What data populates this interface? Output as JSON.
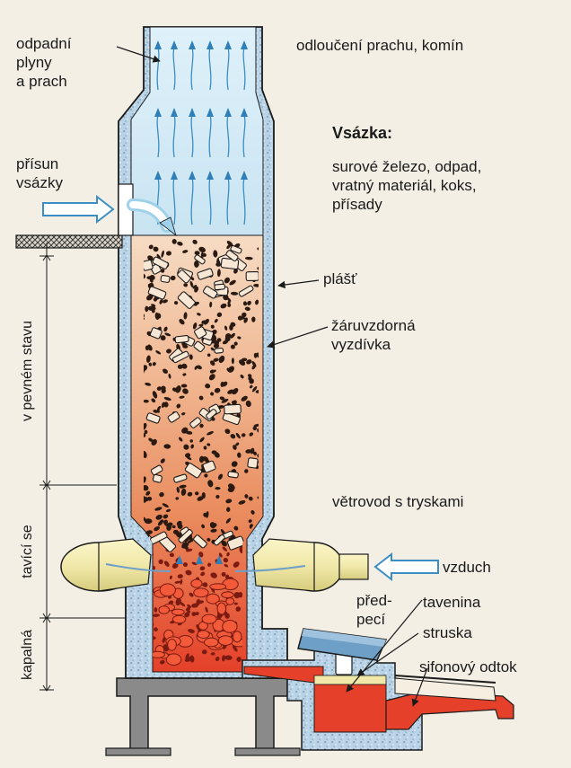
{
  "labels": {
    "exhaust": "odpadní\nplyny\na prach",
    "dust_separation": "odloučení prachu, komín",
    "charge_title": "Vsázka:",
    "charge_contents": "surové železo, odpad,\nvratný materiál, koks,\npřísady",
    "charge_supply": "přísun\nvsázky",
    "shell": "plášť",
    "lining": "žáruvzdorná\nvyzdívka",
    "tuyere_duct": "větrovod s tryskami",
    "air": "vzduch",
    "forehearth": "před-\npecí",
    "melt": "tavenina",
    "slag": "struska",
    "siphon": "sifonový odtok"
  },
  "zones": {
    "solid": "v pevném stavu",
    "melting": "tavící se",
    "liquid": "kapalná"
  },
  "colors": {
    "background": "#f3efe4",
    "lining": "#b9d3e6",
    "sky": "#d8ecf7",
    "coke": "#2a1a12",
    "melt_red": "#e5402a",
    "blast_yellow": "#f0e8a8",
    "steel_gray": "#8a8a8a",
    "cover_blue": "#6e9fc6"
  },
  "icons": [
    "gas-arrow-icon",
    "inlet-arrow-icon",
    "air-arrow-icon"
  ]
}
